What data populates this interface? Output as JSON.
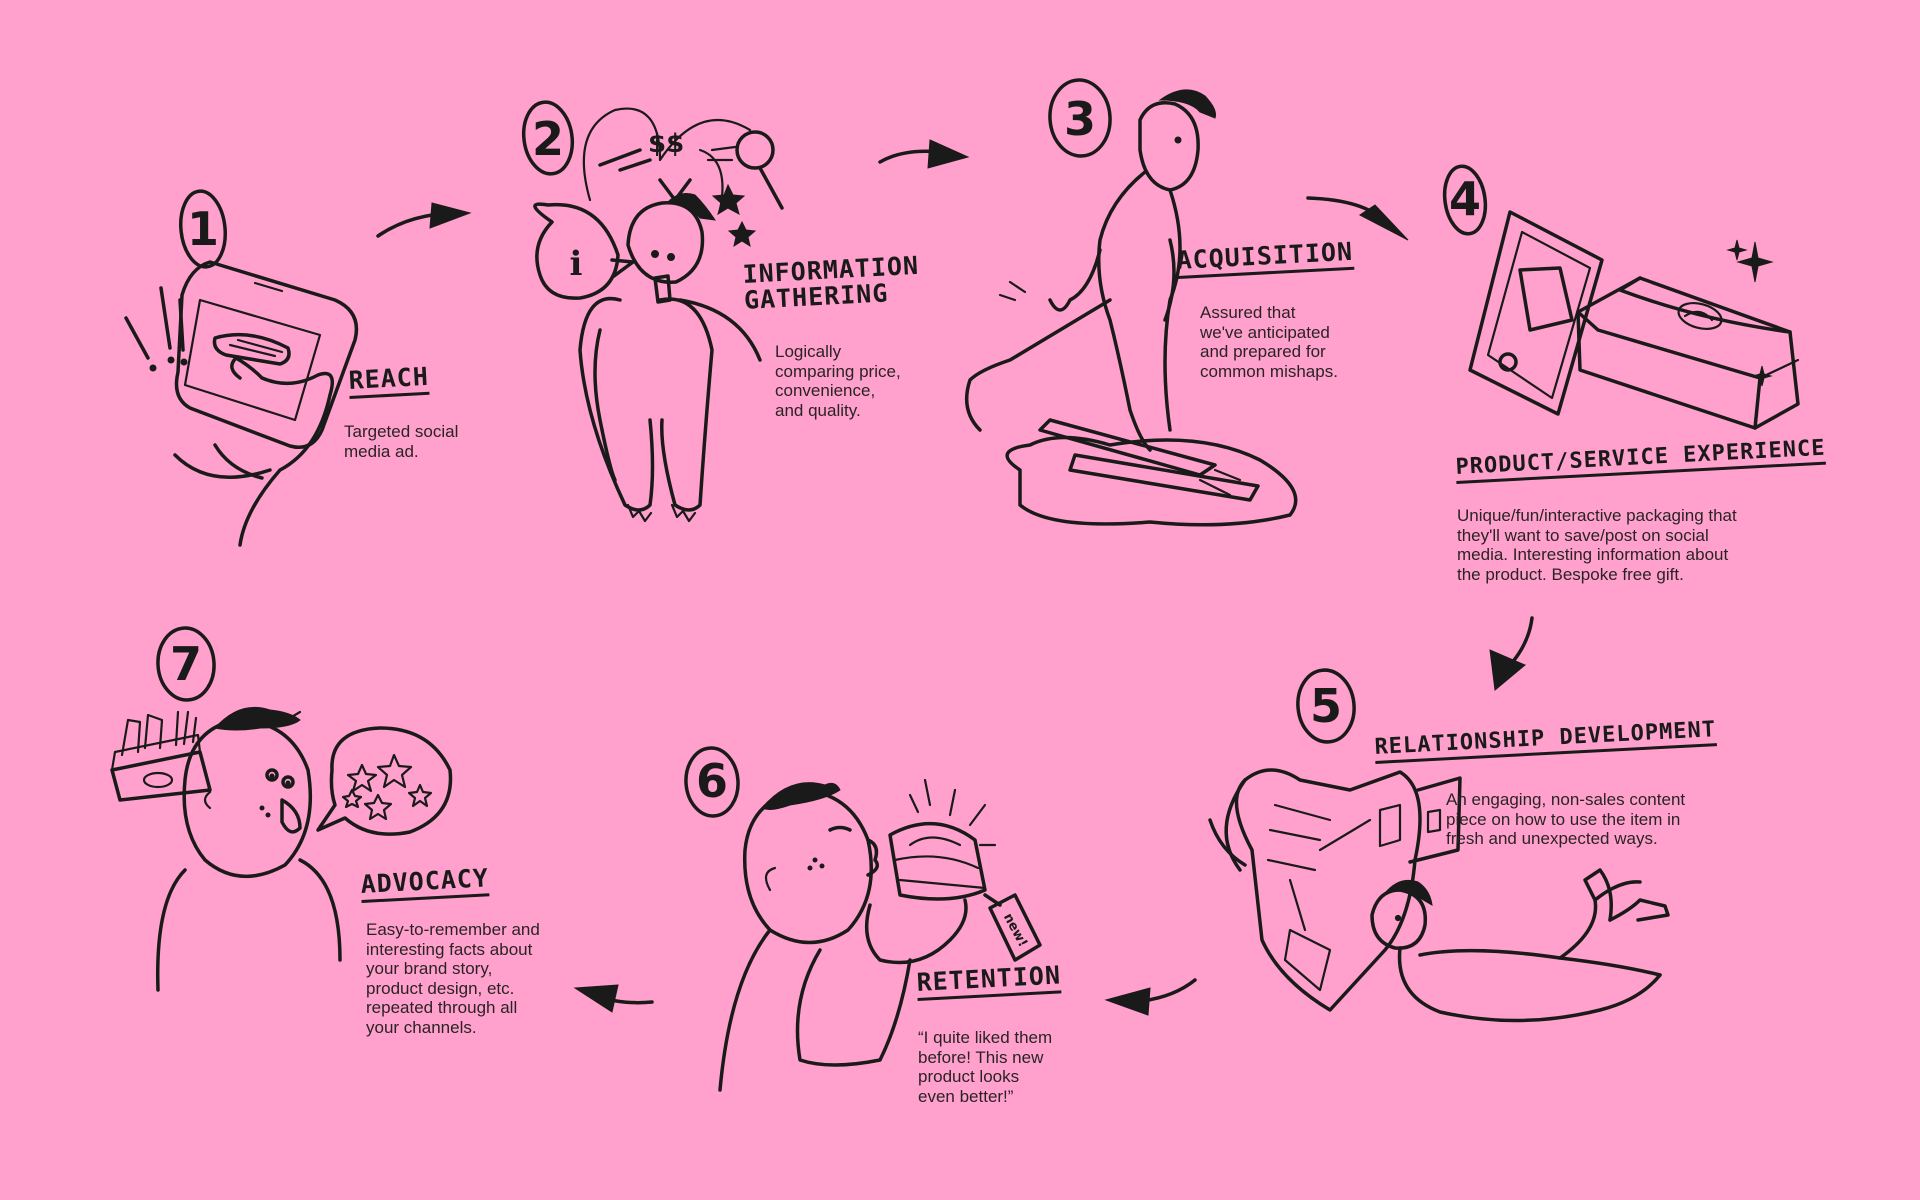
{
  "colors": {
    "background": "#ffa1cc",
    "ink": "#1a1a1a"
  },
  "steps": [
    {
      "number": "1",
      "title": "Reach",
      "description": "Targeted social\nmedia ad.",
      "icon": "phone-ad-icon"
    },
    {
      "number": "2",
      "title": "Information\nGathering",
      "description": "Logically\ncomparing price,\nconvenience,\nand quality.",
      "icon": "thinking-person-icon"
    },
    {
      "number": "3",
      "title": "Acquisition",
      "description": "Assured that\nwe've anticipated\nand prepared for\ncommon mishaps.",
      "icon": "walking-person-icon"
    },
    {
      "number": "4",
      "title": "Product/Service Experience",
      "description": "Unique/fun/interactive packaging that\nthey'll want to save/post on social\nmedia. Interesting information about\nthe product. Bespoke free gift.",
      "icon": "gift-box-icon"
    },
    {
      "number": "5",
      "title": "Relationship Development",
      "description": "An engaging, non-sales content\npiece on how to use the item in\nfresh and unexpected ways.",
      "icon": "reading-newspaper-icon"
    },
    {
      "number": "6",
      "title": "Retention",
      "description": "“I quite liked them\nbefore! This new\nproduct looks\neven better!”",
      "icon": "kissing-product-icon"
    },
    {
      "number": "7",
      "title": "Advocacy",
      "description": "Easy-to-remember and\ninteresting facts about\nyour brand story,\nproduct design, etc.\nrepeated through all\nyour channels.",
      "icon": "star-speech-icon"
    }
  ],
  "misc": {
    "info_glyph": "i",
    "money_glyph": "$$",
    "tag_text": "new!"
  }
}
